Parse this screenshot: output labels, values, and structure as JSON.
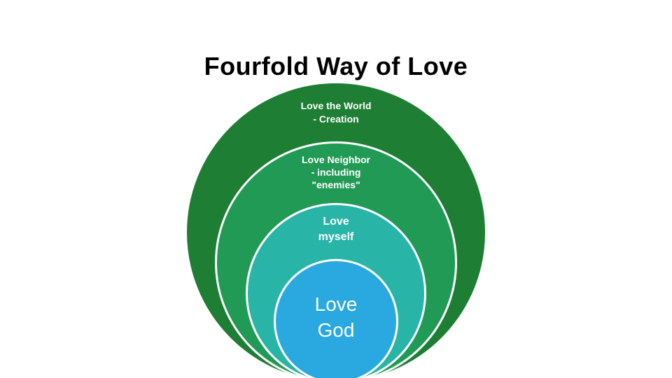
{
  "title": "Fourfold Way of Love",
  "diagram": {
    "type": "nested-circles",
    "background": "#ffffff",
    "rings": [
      {
        "id": "love-world",
        "color": "#1e7e34",
        "label_lines": [
          "Love the World",
          "- Creation"
        ]
      },
      {
        "id": "love-neighbor",
        "color": "#219a55",
        "label_lines": [
          "Love Neighbor",
          "- including",
          "\"enemies\""
        ]
      },
      {
        "id": "love-myself",
        "color": "#28b4a6",
        "label_lines": [
          "Love",
          "myself"
        ]
      },
      {
        "id": "love-god",
        "color": "#2aa9e0",
        "label_lines": [
          "Love",
          "God"
        ]
      }
    ]
  }
}
